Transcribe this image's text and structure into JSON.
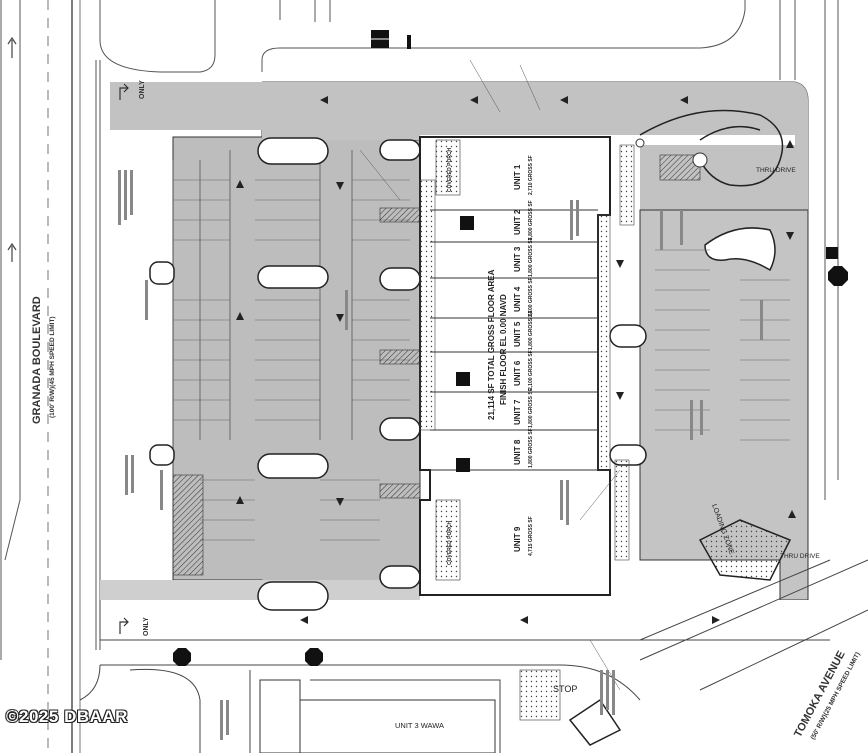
{
  "plan": {
    "roads": {
      "west": "GRANADA BOULEVARD",
      "west_note": "(100' R/W)(45 MPH SPEED LIMIT)",
      "southeast": "TOMOKA AVENUE",
      "southeast_note": "(50' R/W)(25 MPH SPEED LIMIT)"
    },
    "building": {
      "total_area": "21,114 SF TOTAL GROSS FLOOR AREA",
      "finish_floor": "FINISH FLOOR EL 0.00 NAVD",
      "covered_porch": "COVERED PORCH",
      "units": [
        {
          "name": "UNIT 1",
          "area": "2,710 GROSS SF"
        },
        {
          "name": "UNIT 2",
          "area": "1,800 GROSS SF"
        },
        {
          "name": "UNIT 3",
          "area": "1,800 GROSS SF"
        },
        {
          "name": "UNIT 4",
          "area": "2,100 GROSS SF"
        },
        {
          "name": "UNIT 5",
          "area": "1,800 GROSS SF"
        },
        {
          "name": "UNIT 6",
          "area": "2,100 GROSS SF"
        },
        {
          "name": "UNIT 7",
          "area": "1,800 GROSS SF"
        },
        {
          "name": "UNIT 8",
          "area": "1,800 GROSS SF"
        },
        {
          "name": "UNIT 9",
          "area": "4,715 GROSS SF"
        }
      ]
    },
    "markings": {
      "thru_drive": "THRU DRIVE",
      "loading_zone": "LOADING ZONE",
      "stop": "STOP",
      "only": "ONLY"
    },
    "south_unit": "UNIT 3 WAWA"
  },
  "watermark": "©2025 DBAAR"
}
